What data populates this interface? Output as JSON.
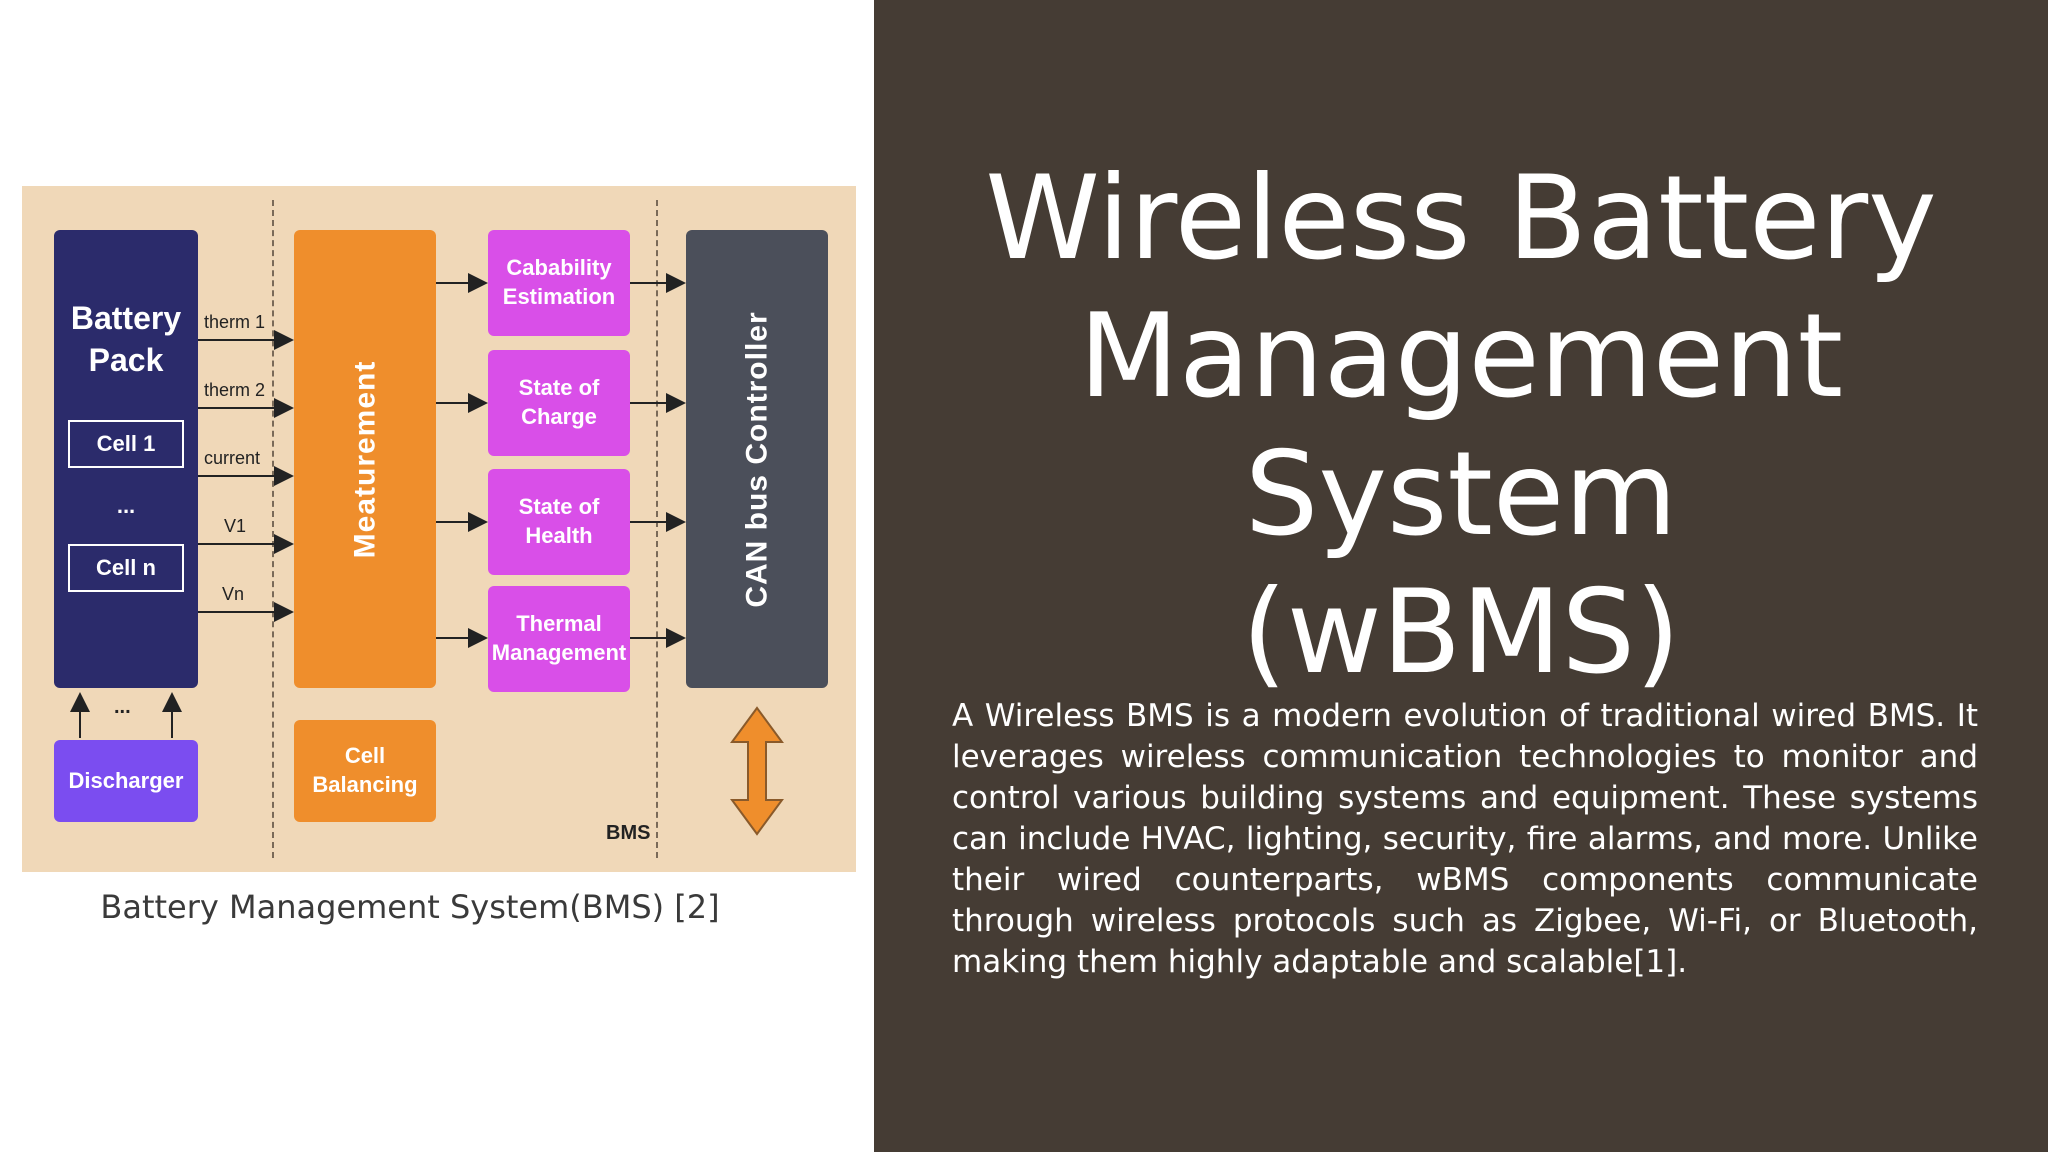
{
  "slide": {
    "title": "Wireless Battery\nManagement System\n(wBMS)",
    "body": "A Wireless BMS is a modern evolution of traditional wired BMS. It leverages wireless communication technologies to monitor and control various building systems and equipment. These systems can include HVAC, lighting, security, fire alarms, and more. Unlike their wired counterparts, wBMS components communicate through wireless protocols such as Zigbee, Wi-Fi, or Bluetooth, making them highly adaptable and scalable[1].",
    "caption": "Battery Management System(BMS) [2]"
  },
  "diagram": {
    "battery_pack": "Battery\nPack",
    "cell_1": "Cell 1",
    "cell_ellipsis": "...",
    "cell_n": "Cell n",
    "signals": [
      "therm 1",
      "therm 2",
      "current",
      "V1",
      "Vn"
    ],
    "measurement": "Meaturement",
    "cell_balancing": "Cell\nBalancing",
    "capability_estimation": "Cabability\nEstimation",
    "state_of_charge": "State of\nCharge",
    "state_of_health": "State of\nHealth",
    "thermal_management": "Thermal\nManagement",
    "can_controller": "CAN bus Controller",
    "discharger": "Discharger",
    "discharger_dots": "...",
    "bms_label": "BMS"
  },
  "colors": {
    "right_panel": "#453c34",
    "figure_bg": "#f0d8b8",
    "battery_pack": "#2b2b6b",
    "orange": "#ef8e2c",
    "pink": "#d94fe8",
    "can": "#4b4f5a",
    "discharger": "#7b4df0"
  }
}
